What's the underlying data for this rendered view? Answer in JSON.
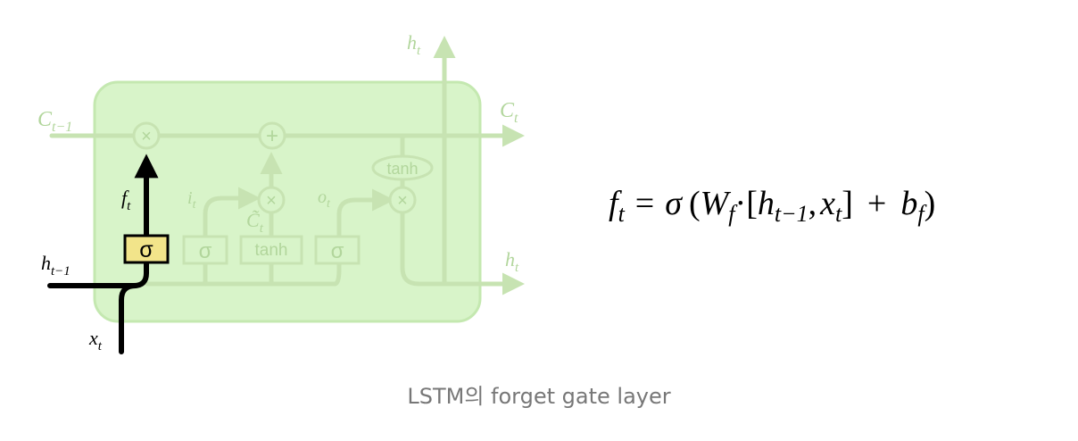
{
  "labels": {
    "c_prev_main": "C",
    "c_prev_sub": "t−1",
    "c_next_main": "C",
    "c_next_sub": "t",
    "h_top_main": "h",
    "h_top_sub": "t",
    "h_right_main": "h",
    "h_right_sub": "t",
    "h_prev_main": "h",
    "h_prev_sub": "t−1",
    "x_main": "x",
    "x_sub": "t",
    "f_main": "f",
    "f_sub": "t",
    "i_main": "i",
    "i_sub": "t",
    "o_main": "o",
    "o_sub": "t",
    "ctilde_main": "C̃",
    "ctilde_sub": "t"
  },
  "gates": {
    "forget": "σ",
    "input": "σ",
    "candidate": "tanh",
    "output": "σ",
    "cell_tanh": "tanh"
  },
  "ops": {
    "multiply": "×",
    "add": "+"
  },
  "equation": {
    "lhs_main": "f",
    "lhs_sub": "t",
    "equals": "=",
    "sigma": "σ",
    "lparen": "(",
    "w_main": "W",
    "w_sub": "f",
    "dot": "·",
    "lbracket": "[",
    "h_main": "h",
    "h_sub": "t−1",
    "comma": ",",
    "x_main": "x",
    "x_sub": "t",
    "rbracket": "]",
    "plus": "+",
    "b_main": "b",
    "b_sub": "f",
    "rparen": ")"
  },
  "caption": "LSTM의 forget gate layer",
  "colors": {
    "faded": "#c7e3b2",
    "cell_fill": "#d8f4c9",
    "cell_stroke": "#c4e8b0",
    "highlight": "#000000",
    "sigma_box": "#f2e48a",
    "faded_text": "#b2d69c"
  }
}
